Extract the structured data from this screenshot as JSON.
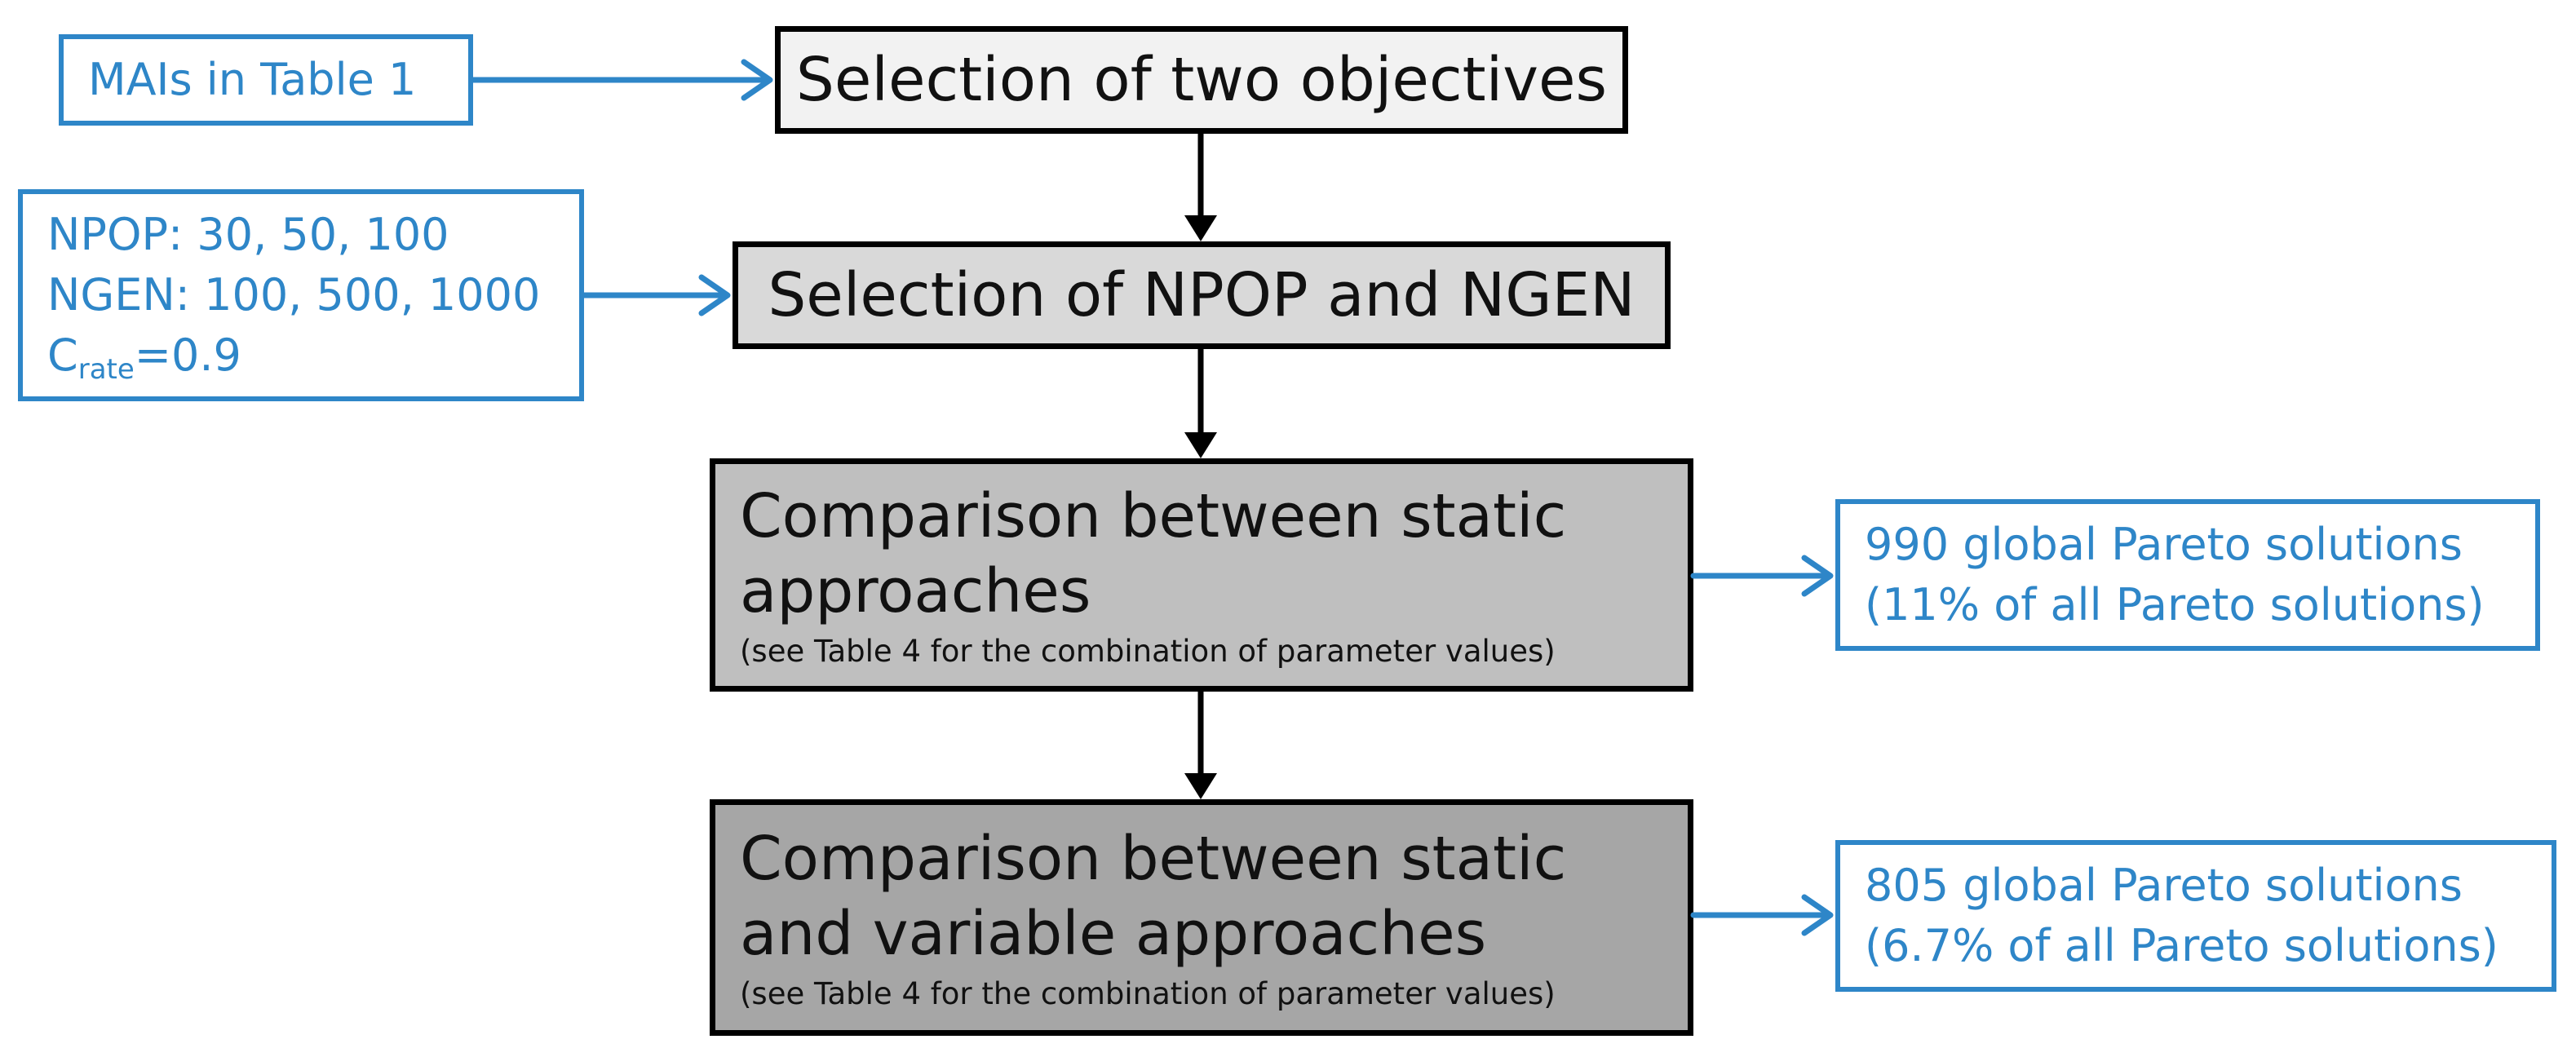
{
  "flow_steps": [
    {
      "title": "Selection of two objectives"
    },
    {
      "title": "Selection of NPOP and NGEN"
    },
    {
      "title_line1": "Comparison between static",
      "title_line2": "approaches",
      "note": "(see Table 4 for the combination of parameter values)"
    },
    {
      "title_line1": "Comparison between static",
      "title_line2": "and variable approaches",
      "note": "(see Table 4 for the combination of parameter values)"
    }
  ],
  "inputs": {
    "mais": "MAIs in Table 1",
    "params": {
      "npop": "NPOP: 30, 50, 100",
      "ngen": "NGEN: 100, 500, 1000",
      "crate_letter": "C",
      "crate_sub": "rate",
      "crate_value": "=0.9"
    }
  },
  "results": [
    {
      "line1": "990 global Pareto solutions",
      "line2": "(11% of all Pareto solutions)"
    },
    {
      "line1": "805 global Pareto solutions",
      "line2": "(6.7% of all Pareto solutions)"
    }
  ],
  "colors": {
    "accent": "#2e86c8",
    "border": "#000000",
    "step1_fill": "#f2f2f2",
    "step2_fill": "#d9d9d9",
    "step3_fill": "#bfbfbf",
    "step4_fill": "#a6a6a6"
  }
}
